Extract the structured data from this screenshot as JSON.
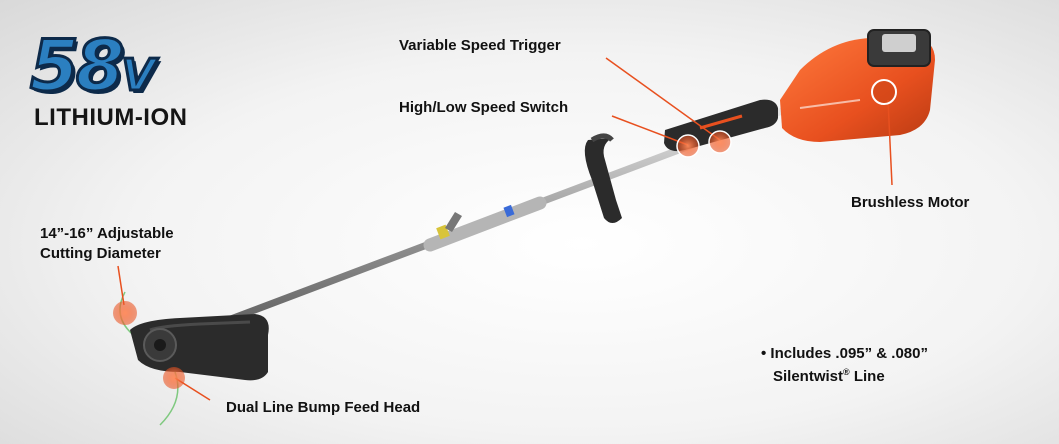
{
  "logo": {
    "number": "58",
    "unit": "V",
    "subtitle": "LITHIUM-ION"
  },
  "callouts": {
    "variable_speed_trigger": "Variable Speed Trigger",
    "high_low_switch": "High/Low Speed Switch",
    "brushless_motor": "Brushless Motor",
    "cutting_diameter_line1": "14”-16” Adjustable",
    "cutting_diameter_line2": "Cutting Diameter",
    "bump_feed_head": "Dual Line Bump Feed Head"
  },
  "includes": {
    "line1": "• Includes .095” & .080”",
    "line2_text": "Silentwist",
    "line2_mark": "®",
    "line2_suffix": " Line"
  },
  "colors": {
    "accent_orange": "#e8501f",
    "logo_blue": "#2b7fc0",
    "shaft": "#a9a9a9",
    "line_green": "#7fc97f"
  }
}
